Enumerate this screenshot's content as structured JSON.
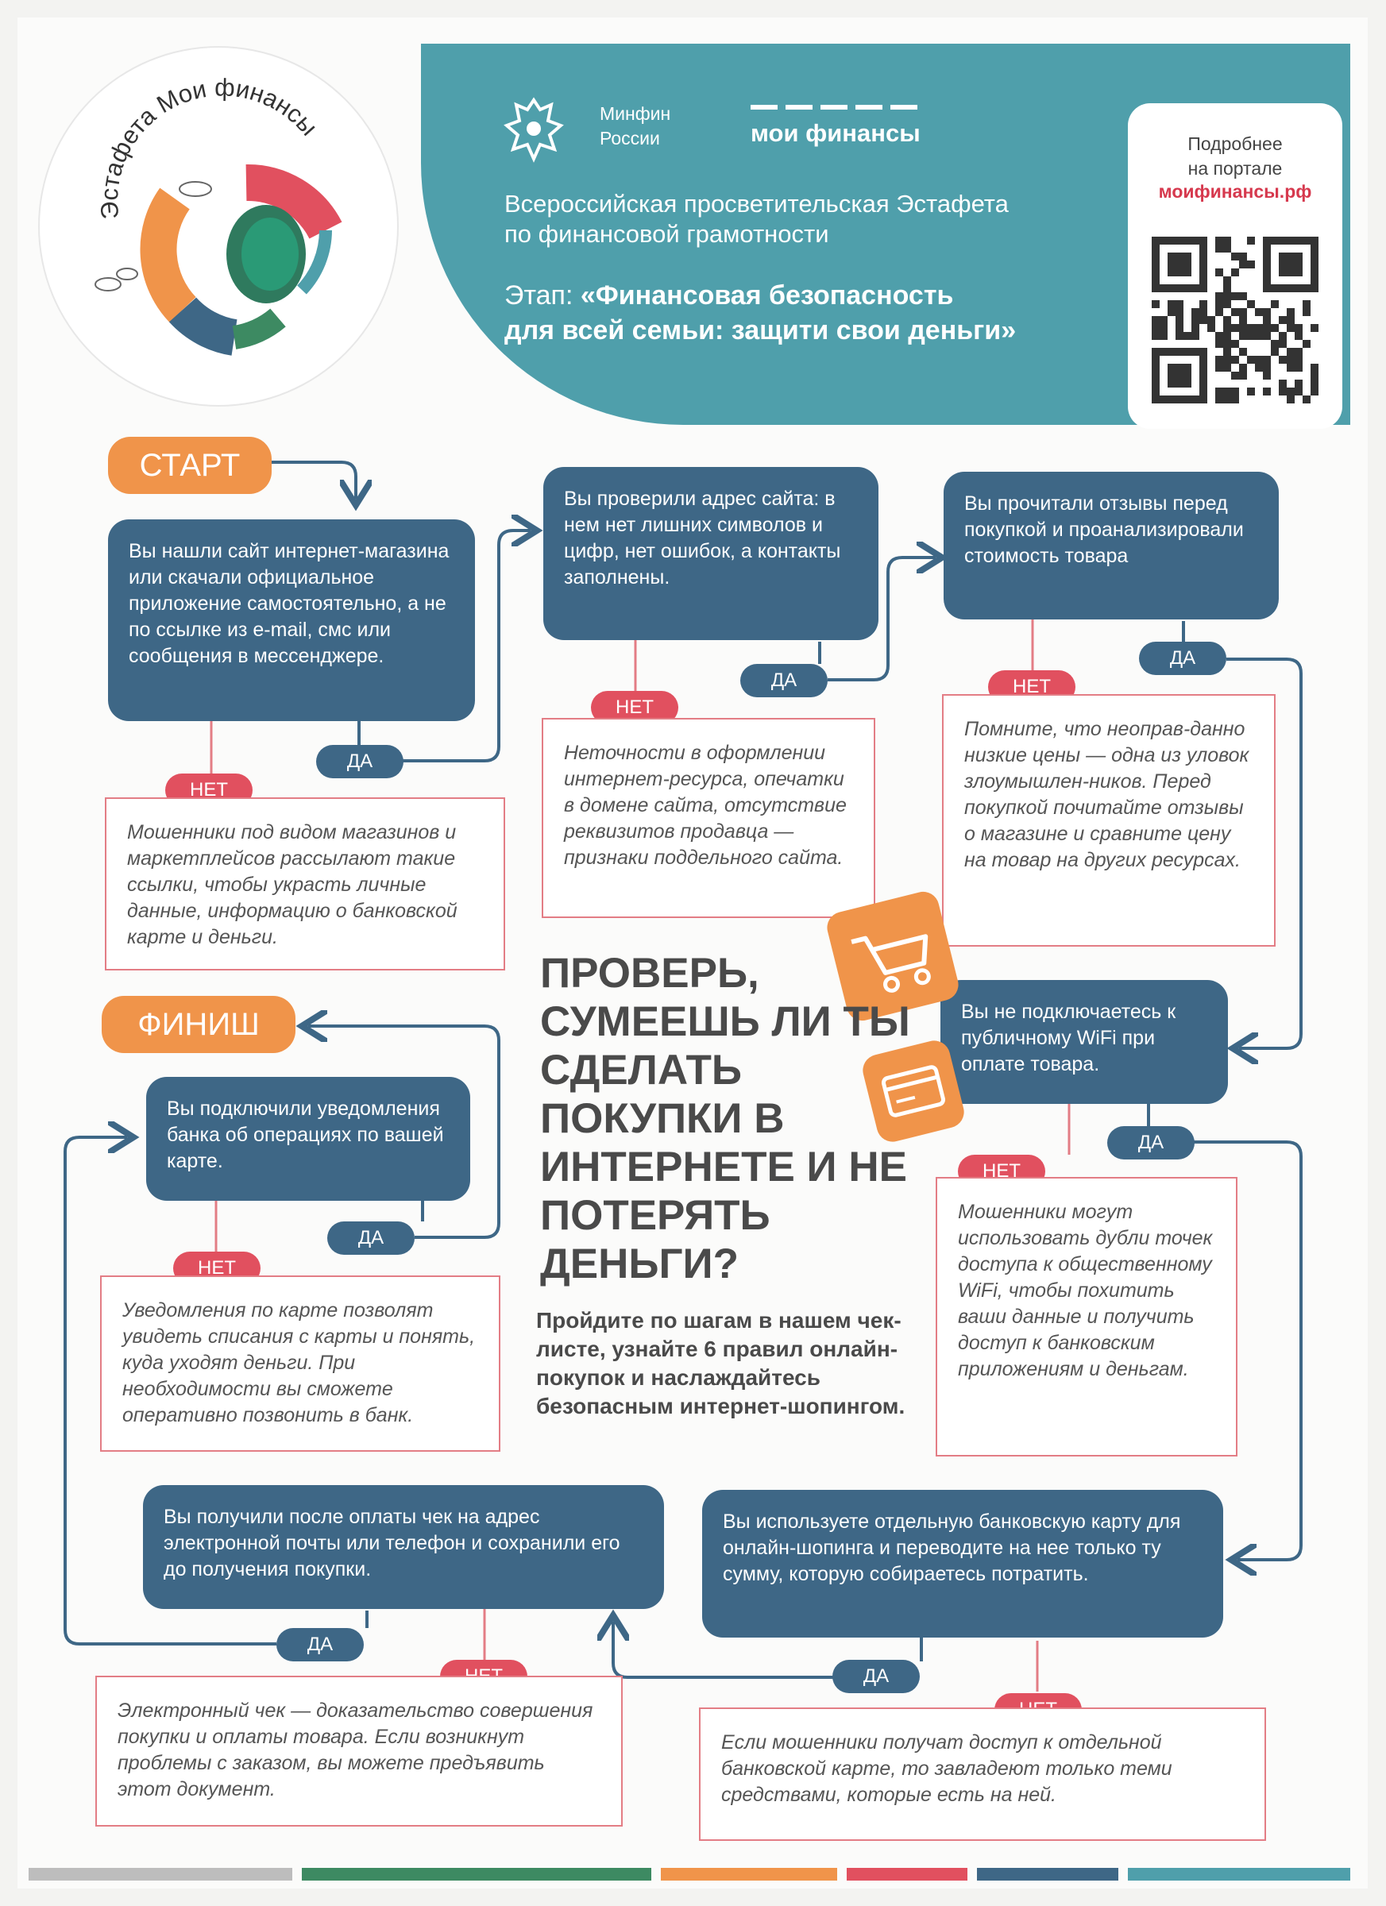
{
  "header": {
    "logo_text": "Эстафета Мои финансы",
    "ministry": [
      "Минфин",
      "России"
    ],
    "brand": "мои финансы",
    "relay_title": [
      "Всероссийская просветительская Эстафета",
      "по финансовой грамотности"
    ],
    "stage_prefix": "Этап: ",
    "stage_title": [
      "«Финансовая безопасность",
      "для всей семьи: защити свои деньги»"
    ]
  },
  "portal": {
    "more": [
      "Подробнее",
      "на портале"
    ],
    "link": "моифинансы.рф"
  },
  "flow": {
    "start": "СТАРТ",
    "finish": "ФИНИШ",
    "yes": "ДА",
    "no": "НЕТ",
    "step1": {
      "question": "Вы нашли сайт интернет-магазина или скачали официальное приложение самостоятельно, а не по ссылке из e-mail, смс или сообщения в мессенджере.",
      "warning": "Мошенники под видом магазинов и маркетплейсов рассылают такие ссылки, чтобы украсть личные данные, информацию о банковской карте и деньги."
    },
    "step2": {
      "question": "Вы проверили адрес сайта: в нем нет лишних символов и цифр, нет ошибок, а контакты заполнены.",
      "warning": "Неточности в оформлении интернет-ресурса, опечатки в домене сайта, отсутствие реквизитов продавца — признаки поддельного сайта."
    },
    "step3": {
      "question": "Вы прочитали отзывы перед покупкой и проанализировали стоимость товара",
      "warning": "Помните, что неоправ-данно низкие цены — одна из уловок злоумышлен-ников. Перед покупкой почитайте отзывы о магазине и сравните цену на товар на других ресурсах."
    },
    "step4": {
      "question": "Вы не подключаетесь к публичному WiFi при оплате товара.",
      "warning": "Мошенники могут использовать дубли точек доступа к общественному WiFi, чтобы похитить ваши данные и получить доступ к банковским приложениям и деньгам."
    },
    "step5": {
      "question": "Вы используете отдельную банковскую карту для онлайн-шопинга и переводите на нее только ту сумму, которую собираетесь потратить.",
      "warning": "Если мошенники получат доступ к отдельной банковской карте, то завладеют только теми средствами, которые есть на ней."
    },
    "step6": {
      "question": "Вы получили после оплаты чек на адрес электронной почты или телефон и сохранили его до получения покупки.",
      "warning": "Электронный чек — доказательство совершения покупки и оплаты товара. Если возникнут проблемы с заказом, вы можете предъявить этот документ."
    },
    "step7": {
      "question": "Вы подключили уведомления банка об операциях по вашей карте.",
      "warning": "Уведомления по карте позволят увидеть списания с карты и понять, куда уходят деньги. При необходимости вы сможете оперативно позвонить в банк."
    }
  },
  "center": {
    "headline": "ПРОВЕРЬ, СУМЕЕШЬ ЛИ ТЫ СДЕЛАТЬ ПОКУПКИ В ИНТЕРНЕТЕ И НЕ ПОТЕРЯТЬ ДЕНЬГИ?",
    "subtitle": "Пройдите по шагам в нашем чек-листе, узнайте 6 правил онлайн-покупок и наслаждайтесь безопасным интернет-шопингом."
  },
  "colors": {
    "banner": "#4f9fab",
    "question_box": "#3e6786",
    "no_badge": "#e1505f",
    "warning_border": "#e37d85",
    "start_finish": "#f0944a",
    "footer_stripes": [
      "#bdbdbd",
      "#3d8a62",
      "#f0944a",
      "#e1505f",
      "#3e6786",
      "#4f9fab"
    ]
  },
  "icons": [
    "coat-of-arms-icon",
    "coins-icon",
    "qr-code-icon",
    "shopping-cart-icon",
    "credit-card-icon"
  ]
}
